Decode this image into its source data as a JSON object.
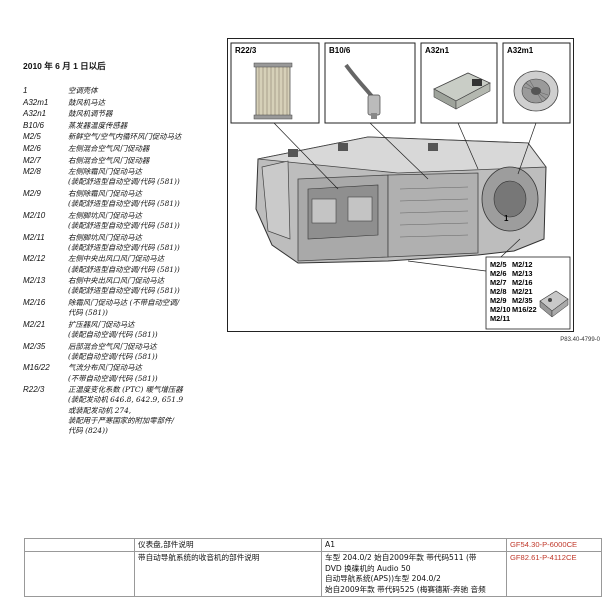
{
  "heading": "2010 年 6 月 1 日以后",
  "legend": [
    {
      "code": "1",
      "lines": [
        "空调壳体"
      ]
    },
    {
      "code": "A32m1",
      "lines": [
        "鼓风机马达"
      ]
    },
    {
      "code": "A32n1",
      "lines": [
        "鼓风机调节器"
      ]
    },
    {
      "code": "B10/6",
      "lines": [
        "蒸发器温度传感器"
      ]
    },
    {
      "code": "M2/5",
      "lines": [
        "新鲜空气/空气内循环风门促动马达"
      ]
    },
    {
      "code": "M2/6",
      "lines": [
        "左侧混合空气风门促动器"
      ]
    },
    {
      "code": "M2/7",
      "lines": [
        "右侧混合空气风门促动器"
      ]
    },
    {
      "code": "M2/8",
      "lines": [
        "左侧除霜风门促动马达",
        "(装配舒适型自动空调/代码 (581))"
      ]
    },
    {
      "code": "M2/9",
      "lines": [
        "右侧除霜风门促动马达",
        "(装配舒适型自动空调/代码 (581))"
      ]
    },
    {
      "code": "M2/10",
      "lines": [
        "左侧脚坑风门促动马达",
        "(装配舒适型自动空调/代码 (581))"
      ]
    },
    {
      "code": "M2/11",
      "lines": [
        "右侧脚坑风门促动马达",
        "(装配舒适型自动空调/代码 (581))"
      ]
    },
    {
      "code": "M2/12",
      "lines": [
        "左侧中央出风口风门促动马达",
        "(装配舒适型自动空调/代码 (581))"
      ]
    },
    {
      "code": "M2/13",
      "lines": [
        "右侧中央出风口风门促动马达",
        "(装配舒适型自动空调/代码 (581))"
      ]
    },
    {
      "code": "M2/16",
      "lines": [
        "除霜风门促动马达 (不带自动空调/",
        "代码 (581))"
      ]
    },
    {
      "code": "M2/21",
      "lines": [
        "扩压器风门促动马达",
        "(装配自动空调/代码 (581))"
      ]
    },
    {
      "code": "M2/35",
      "lines": [
        "后部混合空气风门促动马达",
        "(装配自动空调/代码 (581))"
      ]
    },
    {
      "code": "M16/22",
      "lines": [
        "气流分布风门促动马达",
        "(不带自动空调/代码 (581))"
      ]
    },
    {
      "code": "R22/3",
      "lines": [
        "正温度变化系数 (PTC) 暖气增压器",
        "(装配发动机 646.8, 642.9, 651.9",
        "或装配发动机 274,",
        "装配用于严寒国家的附加零部件/",
        "代码 (824))"
      ]
    }
  ],
  "figure": {
    "callouts": [
      "R22/3",
      "B10/6",
      "A32n1",
      "A32m1"
    ],
    "main_label": "1",
    "code_list": [
      [
        "M2/5",
        "M2/12"
      ],
      [
        "M2/6",
        "M2/13"
      ],
      [
        "M2/7",
        "M2/16"
      ],
      [
        "M2/8",
        "M2/21"
      ],
      [
        "M2/9",
        "M2/35"
      ],
      [
        "M2/10",
        "M16/22"
      ],
      [
        "M2/11",
        ""
      ]
    ],
    "figure_code": "P83.40-4799-0"
  },
  "table": [
    {
      "c0": "",
      "c1": [
        "仪表盘,部件说明"
      ],
      "c2": [
        "A1"
      ],
      "c3": "GF54.30-P-6000CE"
    },
    {
      "c0": "",
      "c1": [
        "带自动导航系统的收音机的部件说明"
      ],
      "c2": [
        "车型 204.0/2 始自2009年款 带代码511 (带",
        "DVD 换碟机的 Audio 50",
        "自动导航系统(APS))车型 204.0/2",
        "始自2009年款 带代码525 (梅赛德斯-奔驰 音频"
      ],
      "c3": "GF82.61-P-4112CE"
    }
  ]
}
